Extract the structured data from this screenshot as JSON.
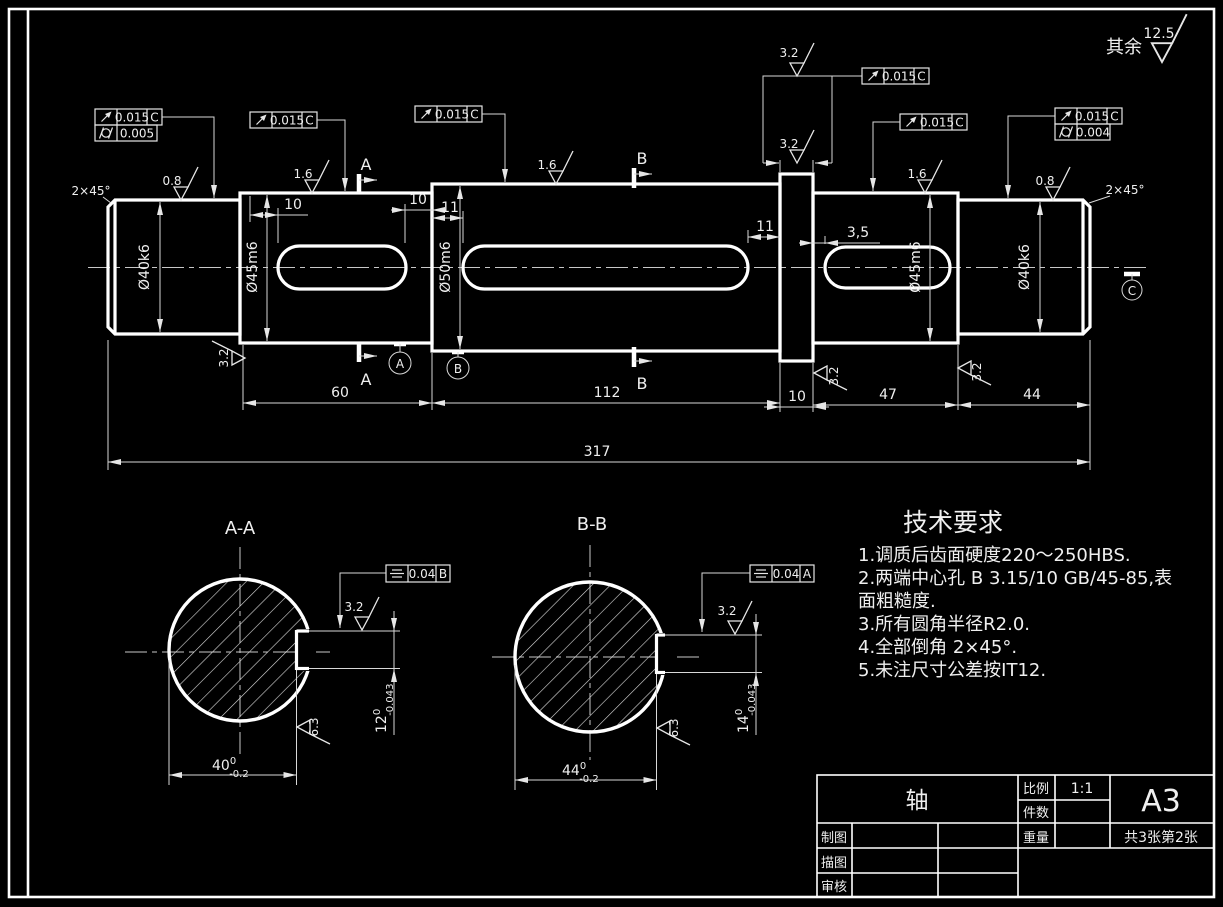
{
  "general": {
    "surplus_label": "其余",
    "surplus_roughness": "12.5"
  },
  "chamfer": {
    "left": "2×45°",
    "right": "2×45°"
  },
  "fcf": {
    "f1": {
      "value": "0.015",
      "datum": "C"
    },
    "f1b": {
      "value": "0.005"
    },
    "f2": {
      "value": "0.015",
      "datum": "C"
    },
    "f3": {
      "value": "0.015",
      "datum": "C"
    },
    "f4": {
      "value": "0.015",
      "datum": "C"
    },
    "f5": {
      "value": "0.015",
      "datum": "C"
    },
    "f6": {
      "value": "0.015",
      "datum": "C"
    },
    "f6b": {
      "value": "0.004"
    },
    "aa": {
      "value": "0.04",
      "datum": "B"
    },
    "bb": {
      "value": "0.04",
      "datum": "A"
    }
  },
  "roughness": {
    "left_journal": "0.8",
    "seg2": "1.6",
    "middle": "1.6",
    "collar_top": "3.2",
    "collar_face": "3.2",
    "seg5": "1.6",
    "right_journal": "0.8",
    "shoulder_left": "3.2",
    "collar_right_face": "3.2",
    "shoulder_right": "3.2",
    "aa_key": "3.2",
    "aa_flat": "6.3",
    "bb_key": "3.2",
    "bb_flat": "6.3"
  },
  "dims": {
    "key1_start": "10",
    "key1_end": "10",
    "key2_start": "11",
    "key2_end": "11",
    "key3_offset": "3,5",
    "len_seg2": "60",
    "len_middle": "112",
    "len_collar": "10",
    "len_seg5": "47",
    "len_right": "44",
    "len_total": "317"
  },
  "diameters": {
    "d1": "Ø40k6",
    "d2": "Ø45m6",
    "d3": "Ø50m6",
    "d4": "Ø45m6",
    "d5": "Ø40k6"
  },
  "section_marks": {
    "a": "A",
    "b": "B"
  },
  "datums": {
    "a": "A",
    "b": "B",
    "c": "C"
  },
  "sections": {
    "aa": {
      "title": "A-A",
      "width": "40",
      "width_sup": "0",
      "width_sub": "-0.2",
      "key": "12",
      "key_sup": "0",
      "key_sub": "-0.043"
    },
    "bb": {
      "title": "B-B",
      "width": "44",
      "width_sup": "0",
      "width_sub": "-0.2",
      "key": "14",
      "key_sup": "0",
      "key_sub": "-0.043"
    }
  },
  "tech_requirements": {
    "title": "技术要求",
    "lines": [
      "1.调质后齿面硬度220～250HBS.",
      "2.两端中心孔 B 3.15/10  GB/45-85,表",
      "面粗糙度.",
      "3.所有圆角半径R2.0.",
      "4.全部倒角 2×45°.",
      "5.未注尺寸公差按IT12."
    ]
  },
  "title_block": {
    "part_name": "轴",
    "scale_label": "比例",
    "scale_value": "1:1",
    "qty_label": "件数",
    "weight_label": "重量",
    "sheet_size": "A3",
    "sheet_info": "共3张第2张",
    "drawn_label": "制图",
    "traced_label": "描图",
    "checked_label": "审核"
  }
}
